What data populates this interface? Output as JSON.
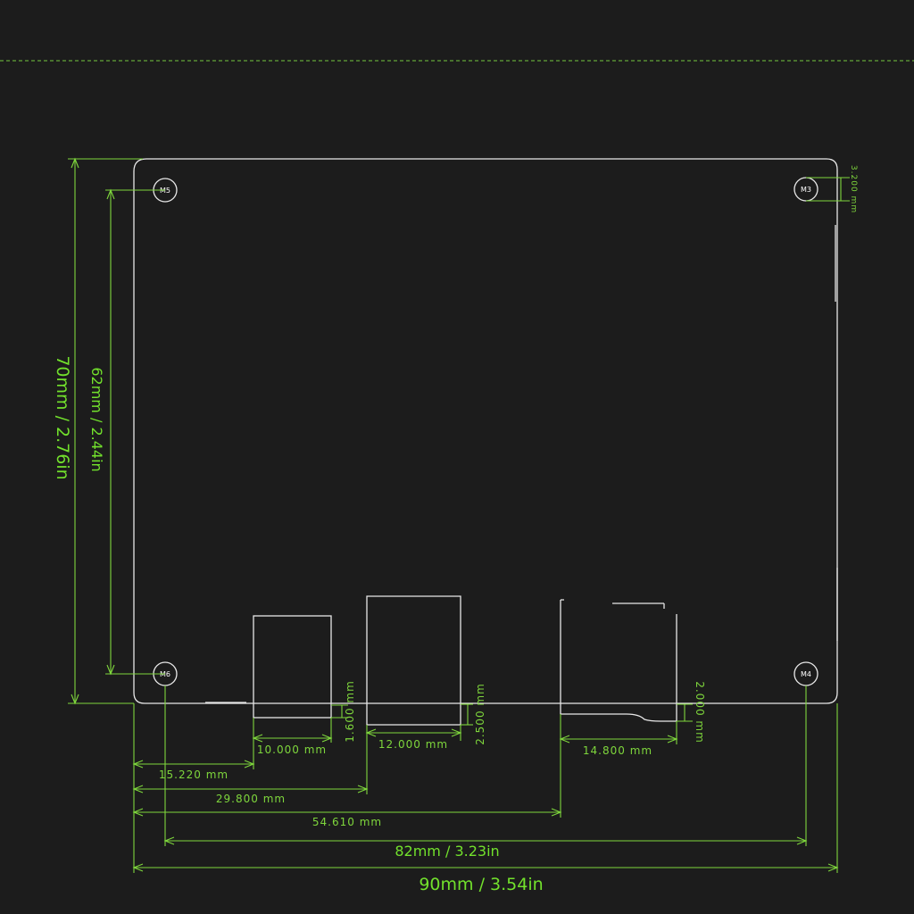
{
  "board": {
    "width_label": "90mm / 3.54in",
    "height_label": "70mm / 2.76in",
    "hole_spacing_x_label": "82mm / 3.23in",
    "hole_spacing_y_label": "62mm / 2.44in"
  },
  "holes": {
    "top_left": "M5",
    "top_right": "M3",
    "bottom_left": "M6",
    "bottom_right": "M4"
  },
  "dimensions": {
    "hole_offset": "3.200 mm",
    "port1_width": "10.000 mm",
    "port1_overhang": "1.600 mm",
    "port2_width": "12.000 mm",
    "port2_overhang": "2.500 mm",
    "port3_width": "14.800 mm",
    "port3_overhang": "2.000 mm",
    "offset1": "15.220 mm",
    "offset2": "29.800 mm",
    "offset3": "54.610 mm"
  }
}
